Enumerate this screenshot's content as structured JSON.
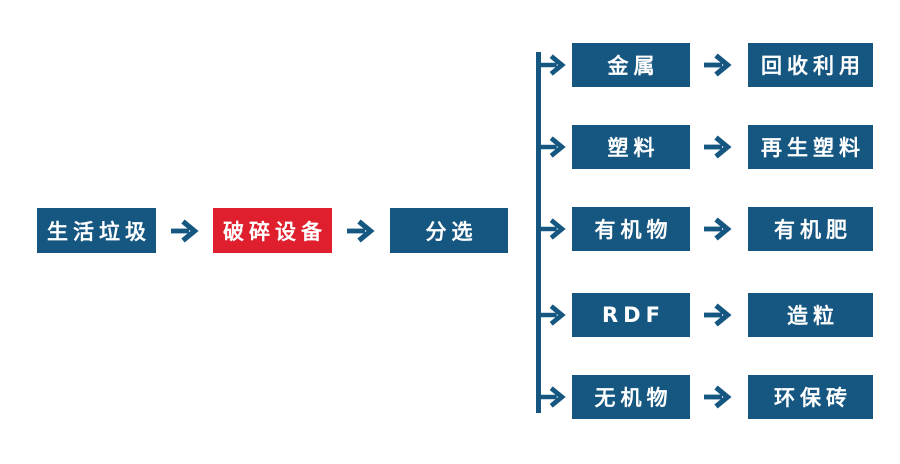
{
  "colors": {
    "blue": "#165781",
    "red": "#DF1F2D",
    "text": "#FFFFFF",
    "background": "#FFFFFF"
  },
  "flow": {
    "main": [
      {
        "label": "生活垃圾",
        "color": "blue"
      },
      {
        "label": "破碎设备",
        "color": "red"
      },
      {
        "label": "分选",
        "color": "blue"
      }
    ],
    "branches": [
      {
        "source": "金属",
        "result": "回收利用"
      },
      {
        "source": "塑料",
        "result": "再生塑料"
      },
      {
        "source": "有机物",
        "result": "有机肥"
      },
      {
        "source": "RDF",
        "result": "造粒"
      },
      {
        "source": "无机物",
        "result": "环保砖"
      }
    ]
  }
}
